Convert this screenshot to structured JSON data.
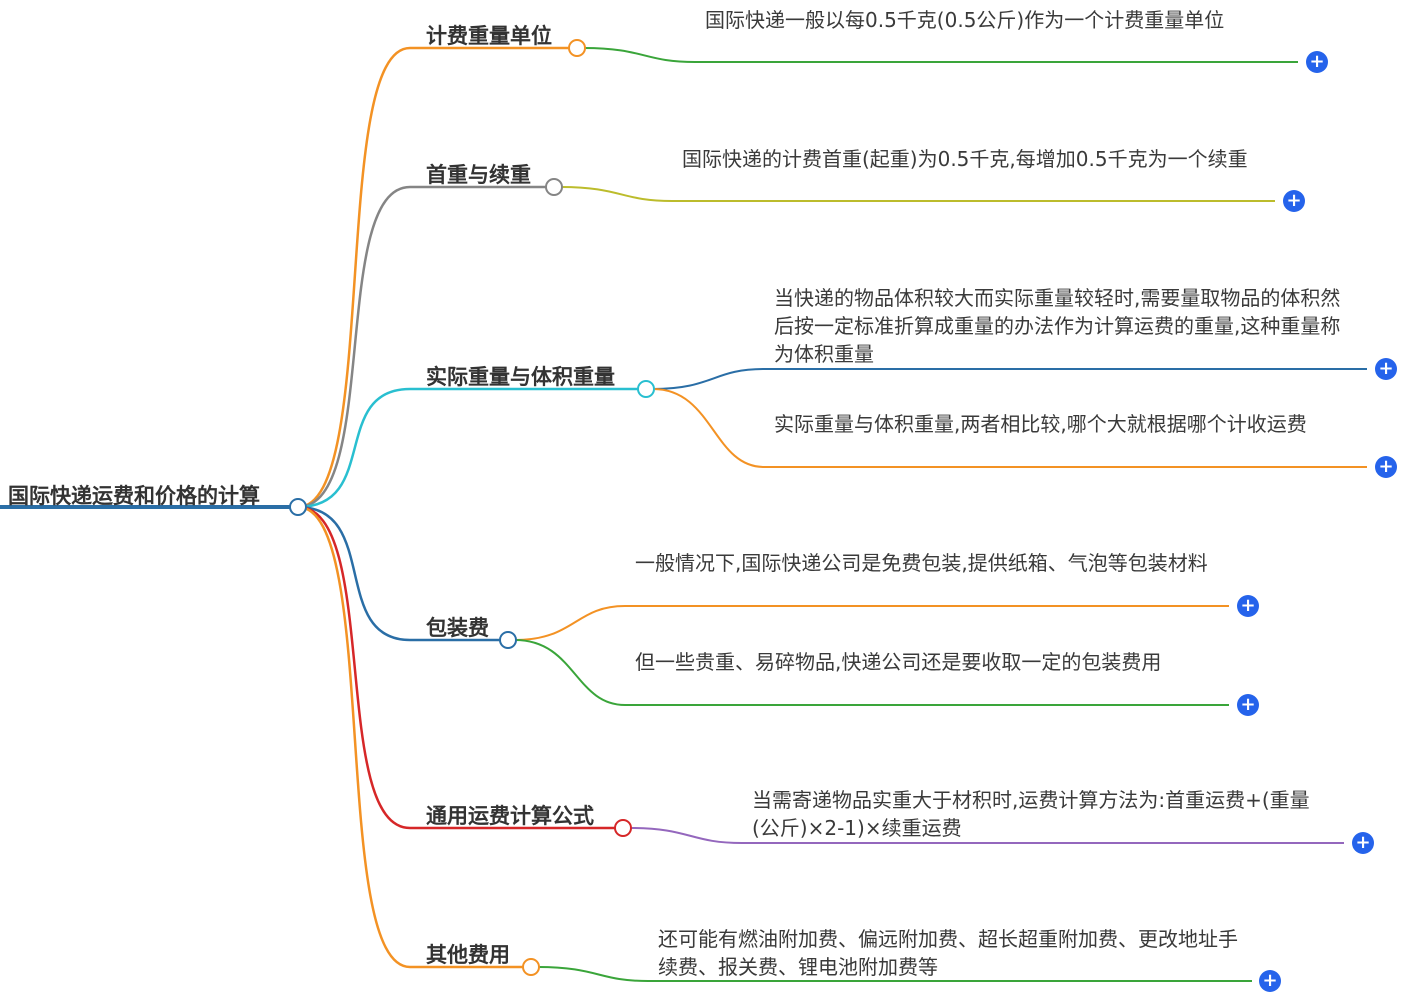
{
  "root": {
    "label": "国际快递运费和价格的计算",
    "color": "#2a6ea6"
  },
  "branches": [
    {
      "id": "b1",
      "label": "计费重量单位",
      "color": "#f39224",
      "leaves": [
        {
          "text": "国际快递一般以每0.5千克(0.5公斤)作为一个计费重量单位",
          "color": "#3aa53a"
        }
      ]
    },
    {
      "id": "b2",
      "label": "首重与续重",
      "color": "#858585",
      "leaves": [
        {
          "text": "国际快递的计费首重(起重)为0.5千克,每增加0.5千克为一个续重",
          "color": "#bcbc2c"
        }
      ]
    },
    {
      "id": "b3",
      "label": "实际重量与体积重量",
      "color": "#29bfd0",
      "leaves": [
        {
          "text": "当快递的物品体积较大而实际重量较轻时,需要量取物品的体积然后按一定标准折算成重量的办法作为计算运费的重量,这种重量称为体积重量",
          "color": "#2a6ea6"
        },
        {
          "text": "实际重量与体积重量,两者相比较,哪个大就根据哪个计收运费",
          "color": "#f39224"
        }
      ]
    },
    {
      "id": "b4",
      "label": "包装费",
      "color": "#2a6ea6",
      "leaves": [
        {
          "text": "一般情况下,国际快递公司是免费包装,提供纸箱、气泡等包装材料",
          "color": "#f39224"
        },
        {
          "text": "但一些贵重、易碎物品,快递公司还是要收取一定的包装费用",
          "color": "#3aa53a"
        }
      ]
    },
    {
      "id": "b5",
      "label": "通用运费计算公式",
      "color": "#d62728",
      "leaves": [
        {
          "text": "当需寄递物品实重大于材积时,运费计算方法为:首重运费+(重量(公斤)×2-1)×续重运费",
          "color": "#9467bd"
        }
      ]
    },
    {
      "id": "b6",
      "label": "其他费用",
      "color": "#f39224",
      "leaves": [
        {
          "text": "还可能有燃油附加费、偏远附加费、超长超重附加费、更改地址手续费、报关费、锂电池附加费等",
          "color": "#3aa53a"
        }
      ]
    }
  ],
  "expand_icon": "plus-icon",
  "expand_symbol": "+",
  "node_circle_fill": "#ffffff",
  "plus_color": "#2563eb"
}
